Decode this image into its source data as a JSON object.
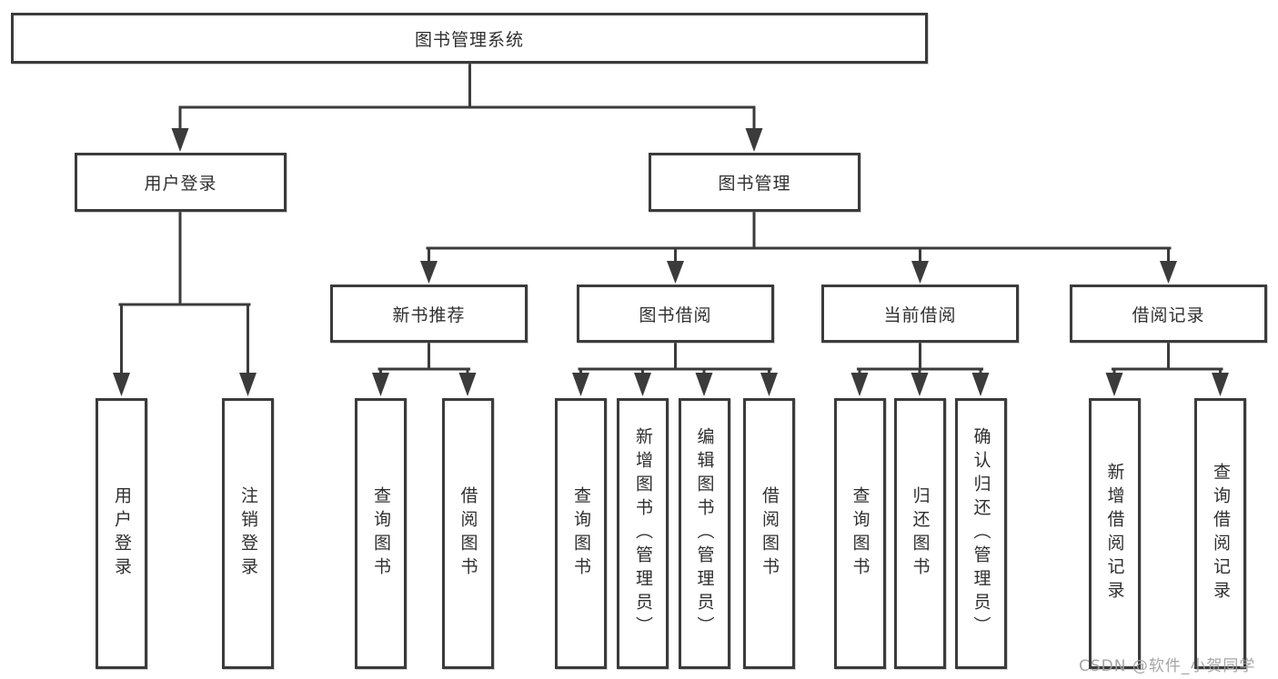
{
  "diagram": {
    "root": {
      "label": "图书管理系统",
      "children": [
        {
          "label": "用户登录",
          "children": [
            {
              "label": "用户登录"
            },
            {
              "label": "注销登录"
            }
          ]
        },
        {
          "label": "图书管理",
          "children": [
            {
              "label": "新书推荐",
              "children": [
                {
                  "label": "查询图书"
                },
                {
                  "label": "借阅图书"
                }
              ]
            },
            {
              "label": "图书借阅",
              "children": [
                {
                  "label": "查询图书"
                },
                {
                  "label": "新增图书（管理员）"
                },
                {
                  "label": "编辑图书（管理员）"
                },
                {
                  "label": "借阅图书"
                }
              ]
            },
            {
              "label": "当前借阅",
              "children": [
                {
                  "label": "查询图书"
                },
                {
                  "label": "归还图书"
                },
                {
                  "label": "确认归还（管理员）"
                }
              ]
            },
            {
              "label": "借阅记录",
              "children": [
                {
                  "label": "新增借阅记录"
                },
                {
                  "label": "查询借阅记录"
                }
              ]
            }
          ]
        }
      ]
    }
  },
  "watermark": {
    "text": "CSDN @软件_小贺同学"
  },
  "colors": {
    "line": "#3b3b3b",
    "text": "#2f2f2f",
    "watermark": "#a0a0a0",
    "background": "#ffffff"
  }
}
